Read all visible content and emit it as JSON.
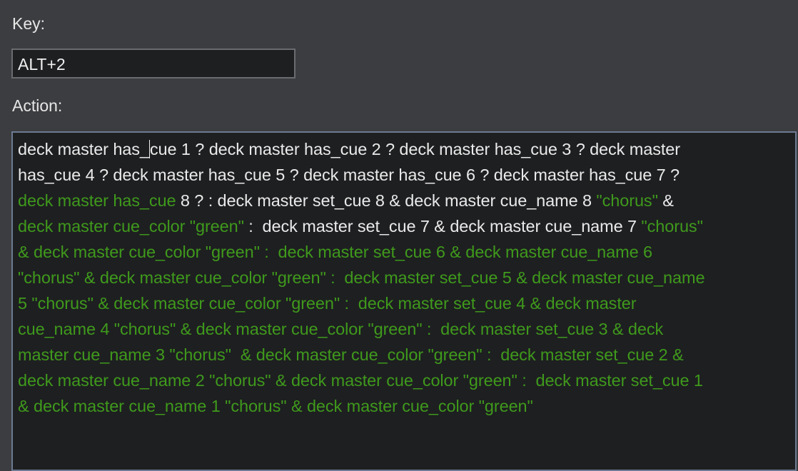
{
  "key_label": "Key:",
  "key_value": "ALT+2",
  "action_label": "Action:",
  "action_lines": [
    [
      {
        "t": "deck master has_",
        "c": "w"
      },
      {
        "caret": true
      },
      {
        "t": "cue 1 ? deck master has_cue 2 ? deck master has_cue 3 ? deck master",
        "c": "w"
      }
    ],
    [
      {
        "t": "has_cue 4 ? deck master has_cue 5 ? deck master has_cue 6 ? deck master has_cue 7 ?",
        "c": "w"
      }
    ],
    [
      {
        "t": "deck master has_cue",
        "c": "g"
      },
      {
        "t": " 8 ? : deck master set_cue 8 & deck master cue_name 8 ",
        "c": "w"
      },
      {
        "t": "\"chorus\"",
        "c": "g"
      },
      {
        "t": " &",
        "c": "w"
      }
    ],
    [
      {
        "t": "deck master cue_color \"green\"",
        "c": "g"
      },
      {
        "t": " :  deck master set_cue 7 & deck master cue_name 7 ",
        "c": "w"
      },
      {
        "t": "\"chorus\"",
        "c": "g"
      }
    ],
    [
      {
        "t": "& deck master cue_color \"green\" :  deck master set_cue 6 & deck master cue_name 6",
        "c": "g"
      }
    ],
    [
      {
        "t": "\"chorus\" & deck master cue_color \"green\" :  deck master set_cue 5 & deck master cue_name",
        "c": "g"
      }
    ],
    [
      {
        "t": "5 \"chorus\" & deck master cue_color \"green\" :  deck master set_cue 4 & deck master",
        "c": "g"
      }
    ],
    [
      {
        "t": "cue_name 4 \"chorus\" & deck master cue_color \"green\" :  deck master set_cue 3 & deck",
        "c": "g"
      }
    ],
    [
      {
        "t": "master cue_name 3 \"chorus\"  & deck master cue_color \"green\" :  deck master set_cue 2 &",
        "c": "g"
      }
    ],
    [
      {
        "t": "deck master cue_name 2 \"chorus\" & deck master cue_color \"green\" :  deck master set_cue 1",
        "c": "g"
      }
    ],
    [
      {
        "t": "& deck master cue_name 1 \"chorus\" & deck master cue_color \"green\"",
        "c": "g"
      }
    ]
  ],
  "colors": {
    "background": "#3c3d40",
    "field_background": "#1e1f21",
    "text": "#eaeaea",
    "highlight_green": "#3f9a1c",
    "focus_border": "#6c7a92"
  }
}
